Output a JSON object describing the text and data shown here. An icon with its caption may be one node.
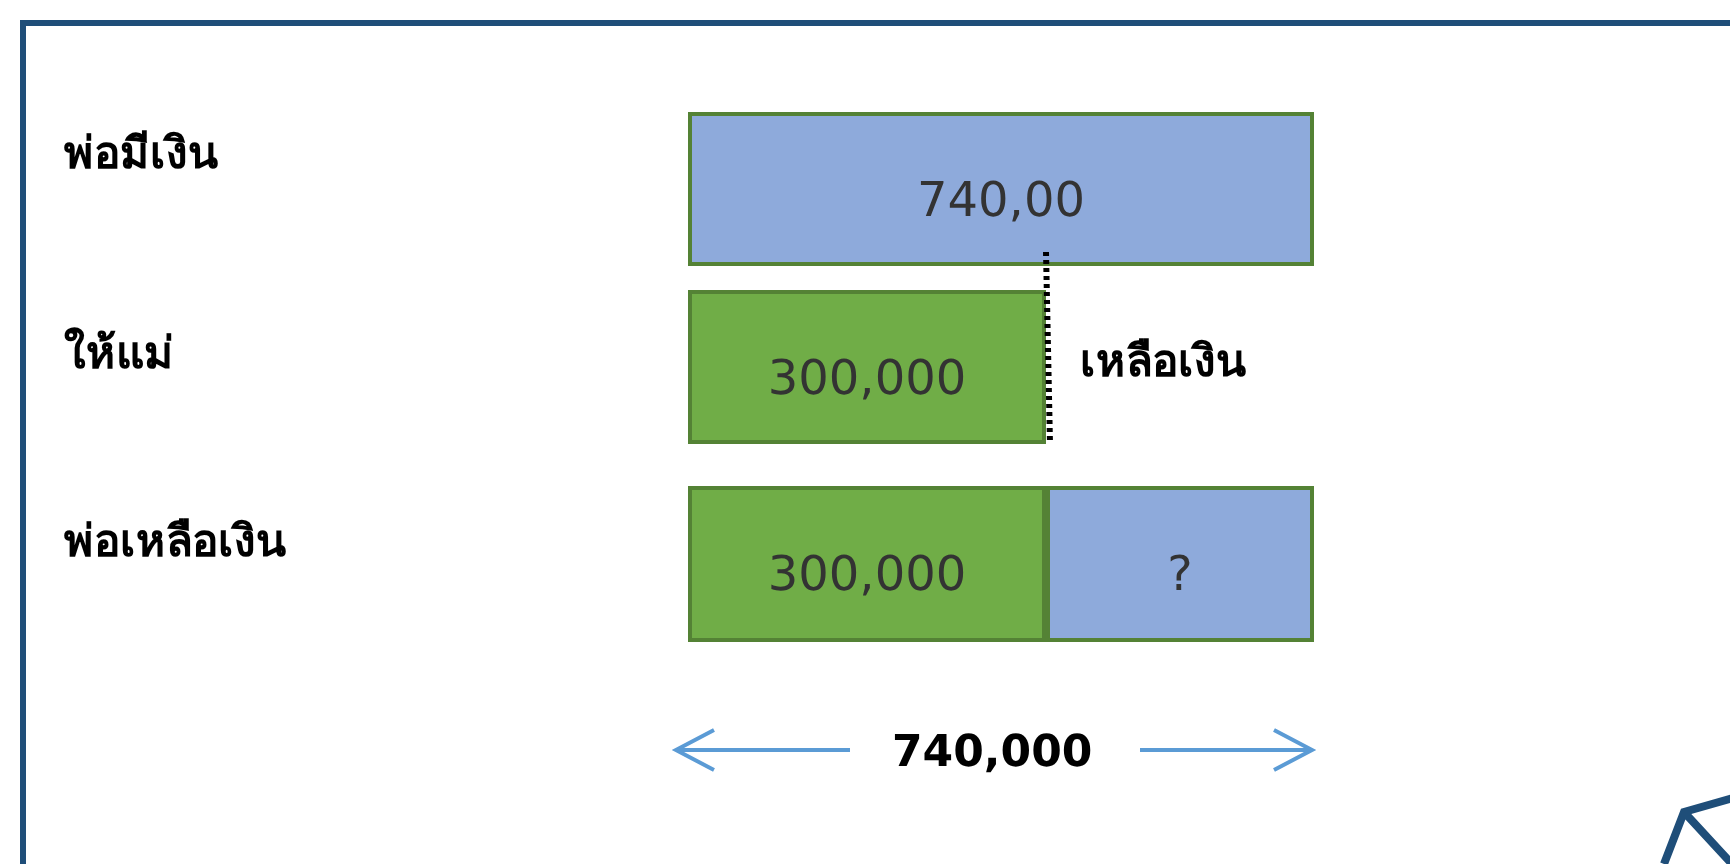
{
  "diagram": {
    "nodes": [
      {
        "text": [
          "740,00"
        ]
      },
      {
        "text": [
          "300,000"
        ]
      },
      {
        "text": [
          "300,000"
        ]
      },
      {
        "text": [
          "?"
        ]
      }
    ],
    "labels": [
      "พ่อมีเงิน",
      "ให้แม่",
      "เหลือเงิน",
      "พ่อเหลือเงิน",
      "740,000"
    ]
  }
}
